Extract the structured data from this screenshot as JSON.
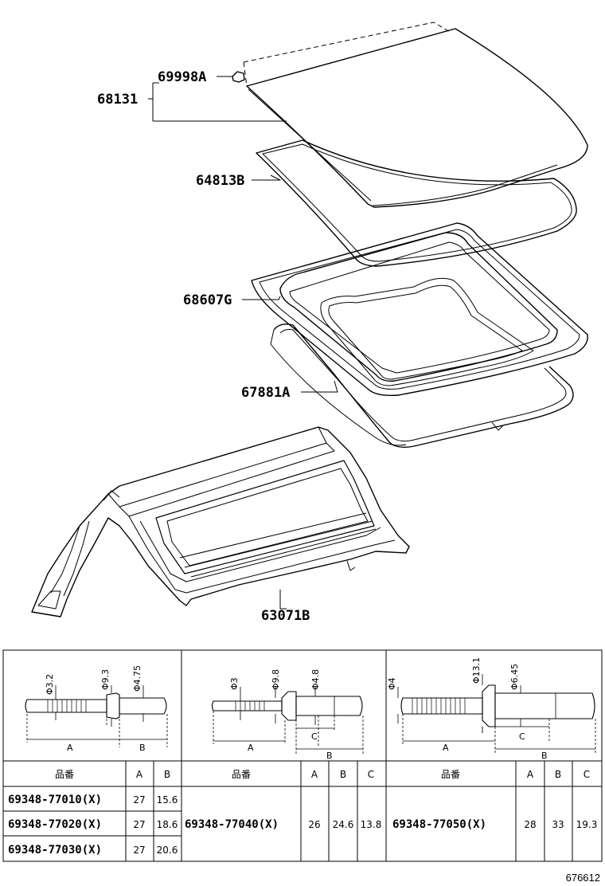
{
  "callouts": {
    "c68131": "68131",
    "c69998A": "69998A",
    "c64813B": "64813B",
    "c68607G": "68607G",
    "c67881A": "67881A",
    "c63071B": "63071B"
  },
  "rivets": {
    "r1": {
      "d1": "Φ3.2",
      "d2": "Φ9.3",
      "d3": "Φ4.75",
      "a": "A",
      "b": "B"
    },
    "r2": {
      "d1": "Φ3",
      "d2": "Φ9.8",
      "d3": "Φ4.8",
      "a": "A",
      "b": "B",
      "c": "C"
    },
    "r3": {
      "d1": "Φ4",
      "d2": "Φ13.1",
      "d3": "Φ6.45",
      "a": "A",
      "b": "B",
      "c": "C"
    }
  },
  "table1": {
    "headers": [
      "品番",
      "A",
      "B"
    ],
    "rows": [
      [
        "69348-77010(X)",
        "27",
        "15.6"
      ],
      [
        "69348-77020(X)",
        "27",
        "18.6"
      ],
      [
        "69348-77030(X)",
        "27",
        "20.6"
      ]
    ]
  },
  "table2": {
    "headers": [
      "品番",
      "A",
      "B",
      "C"
    ],
    "row": [
      "69348-77040(X)",
      "26",
      "24.6",
      "13.8"
    ]
  },
  "table3": {
    "headers": [
      "品番",
      "A",
      "B",
      "C"
    ],
    "row": [
      "69348-77050(X)",
      "28",
      "33",
      "19.3"
    ]
  },
  "footer": {
    "code": "676612"
  }
}
